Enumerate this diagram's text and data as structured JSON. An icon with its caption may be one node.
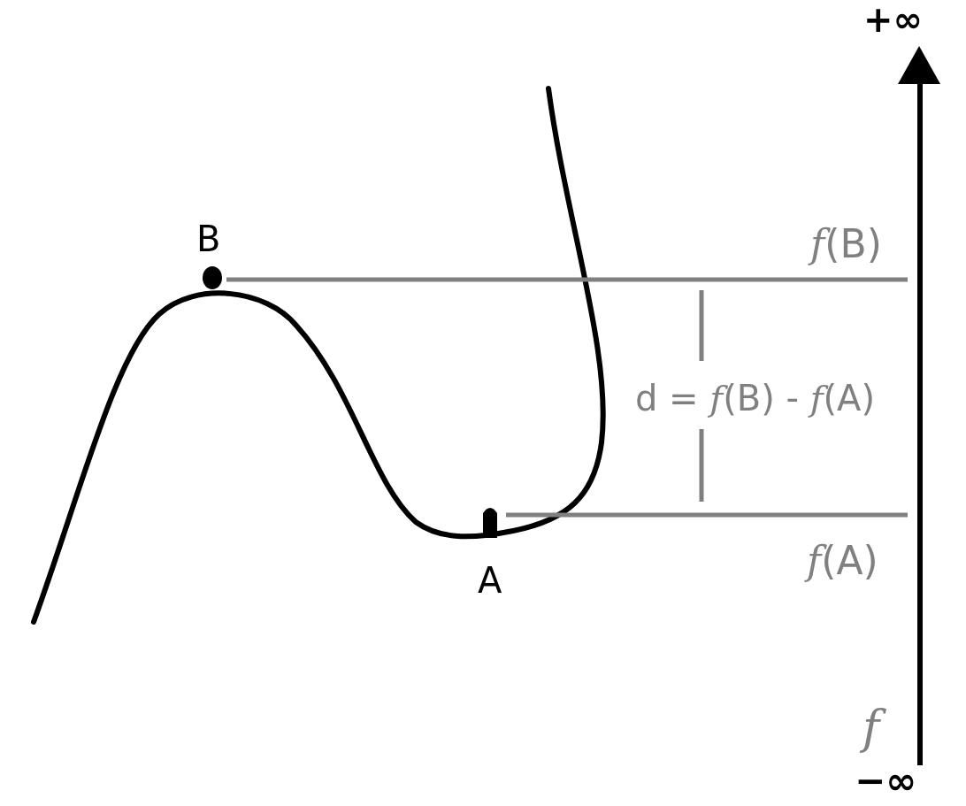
{
  "diagram": {
    "nodes": [
      {
        "text": [
          "B"
        ]
      },
      {
        "text": [
          "*f*(B)"
        ]
      },
      {
        "text": [
          "A"
        ]
      },
      {
        "text": [
          "*f*(A)"
        ]
      }
    ],
    "edges": [
      {
        "from": 0,
        "to": 1,
        "arrow": "none"
      },
      {
        "from": 2,
        "to": 3,
        "arrow": "none"
      }
    ],
    "labels": [
      "+∞",
      "d = *f*(B) - *f*(A)",
      "*f*",
      "−∞"
    ]
  }
}
